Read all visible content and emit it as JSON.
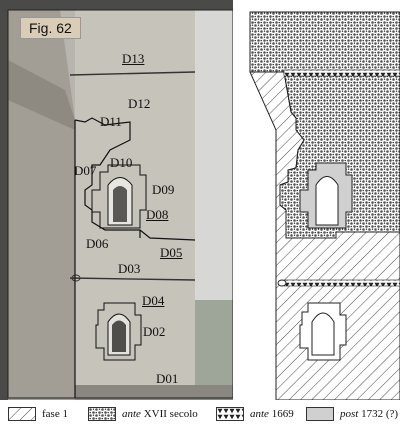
{
  "figure": {
    "label": "Fig. 62"
  },
  "photo_labels": [
    {
      "id": "D13",
      "text": "D13",
      "underline": true
    },
    {
      "id": "D12",
      "text": "D12",
      "underline": false
    },
    {
      "id": "D11",
      "text": "D11",
      "underline": false
    },
    {
      "id": "D10",
      "text": "D10",
      "underline": false
    },
    {
      "id": "D07",
      "text": "D07",
      "underline": false
    },
    {
      "id": "D09",
      "text": "D09",
      "underline": false
    },
    {
      "id": "D08",
      "text": "D08",
      "underline": true
    },
    {
      "id": "D06",
      "text": "D06",
      "underline": false
    },
    {
      "id": "D05",
      "text": "D05",
      "underline": true
    },
    {
      "id": "D03",
      "text": "D03",
      "underline": false
    },
    {
      "id": "D04",
      "text": "D04",
      "underline": true
    },
    {
      "id": "D02",
      "text": "D02",
      "underline": false
    },
    {
      "id": "D01",
      "text": "D01",
      "underline": false
    }
  ],
  "legend": [
    {
      "pattern": "hatch",
      "italic": "",
      "text": "fase 1"
    },
    {
      "pattern": "stone",
      "italic": "ante",
      "text": " XVII secolo"
    },
    {
      "pattern": "triangles",
      "italic": "ante",
      "text": " 1669"
    },
    {
      "pattern": "gray",
      "italic": "post",
      "text": " 1732 (?)"
    }
  ],
  "colors": {
    "photo_wall": "#c8c6c0",
    "photo_side": "#a8a49c",
    "stone_fill": "#777",
    "gray_fill": "#d0d0d0"
  }
}
